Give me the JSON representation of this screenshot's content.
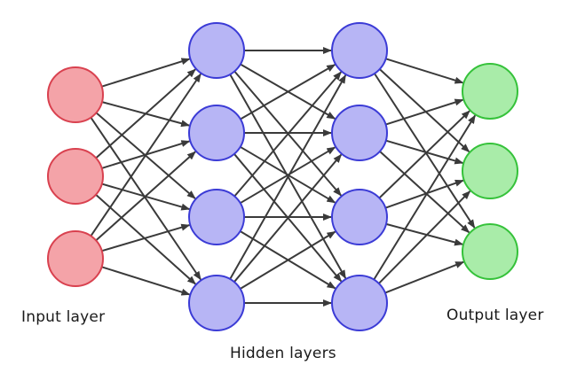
{
  "labels": {
    "input": "Input layer",
    "hidden": "Hidden layers",
    "output": "Output layer"
  },
  "layers": [
    {
      "role": "input",
      "nodes": 3
    },
    {
      "role": "hidden",
      "nodes": 4
    },
    {
      "role": "hidden",
      "nodes": 4
    },
    {
      "role": "output",
      "nodes": 3
    }
  ],
  "colors": {
    "input_fill": "#f4a3a8",
    "input_stroke": "#d9414f",
    "hidden_fill": "#b7b5f5",
    "hidden_stroke": "#3b3bd6",
    "output_fill": "#a9eca9",
    "output_stroke": "#35c23a",
    "edge": "#3a3a3a"
  }
}
